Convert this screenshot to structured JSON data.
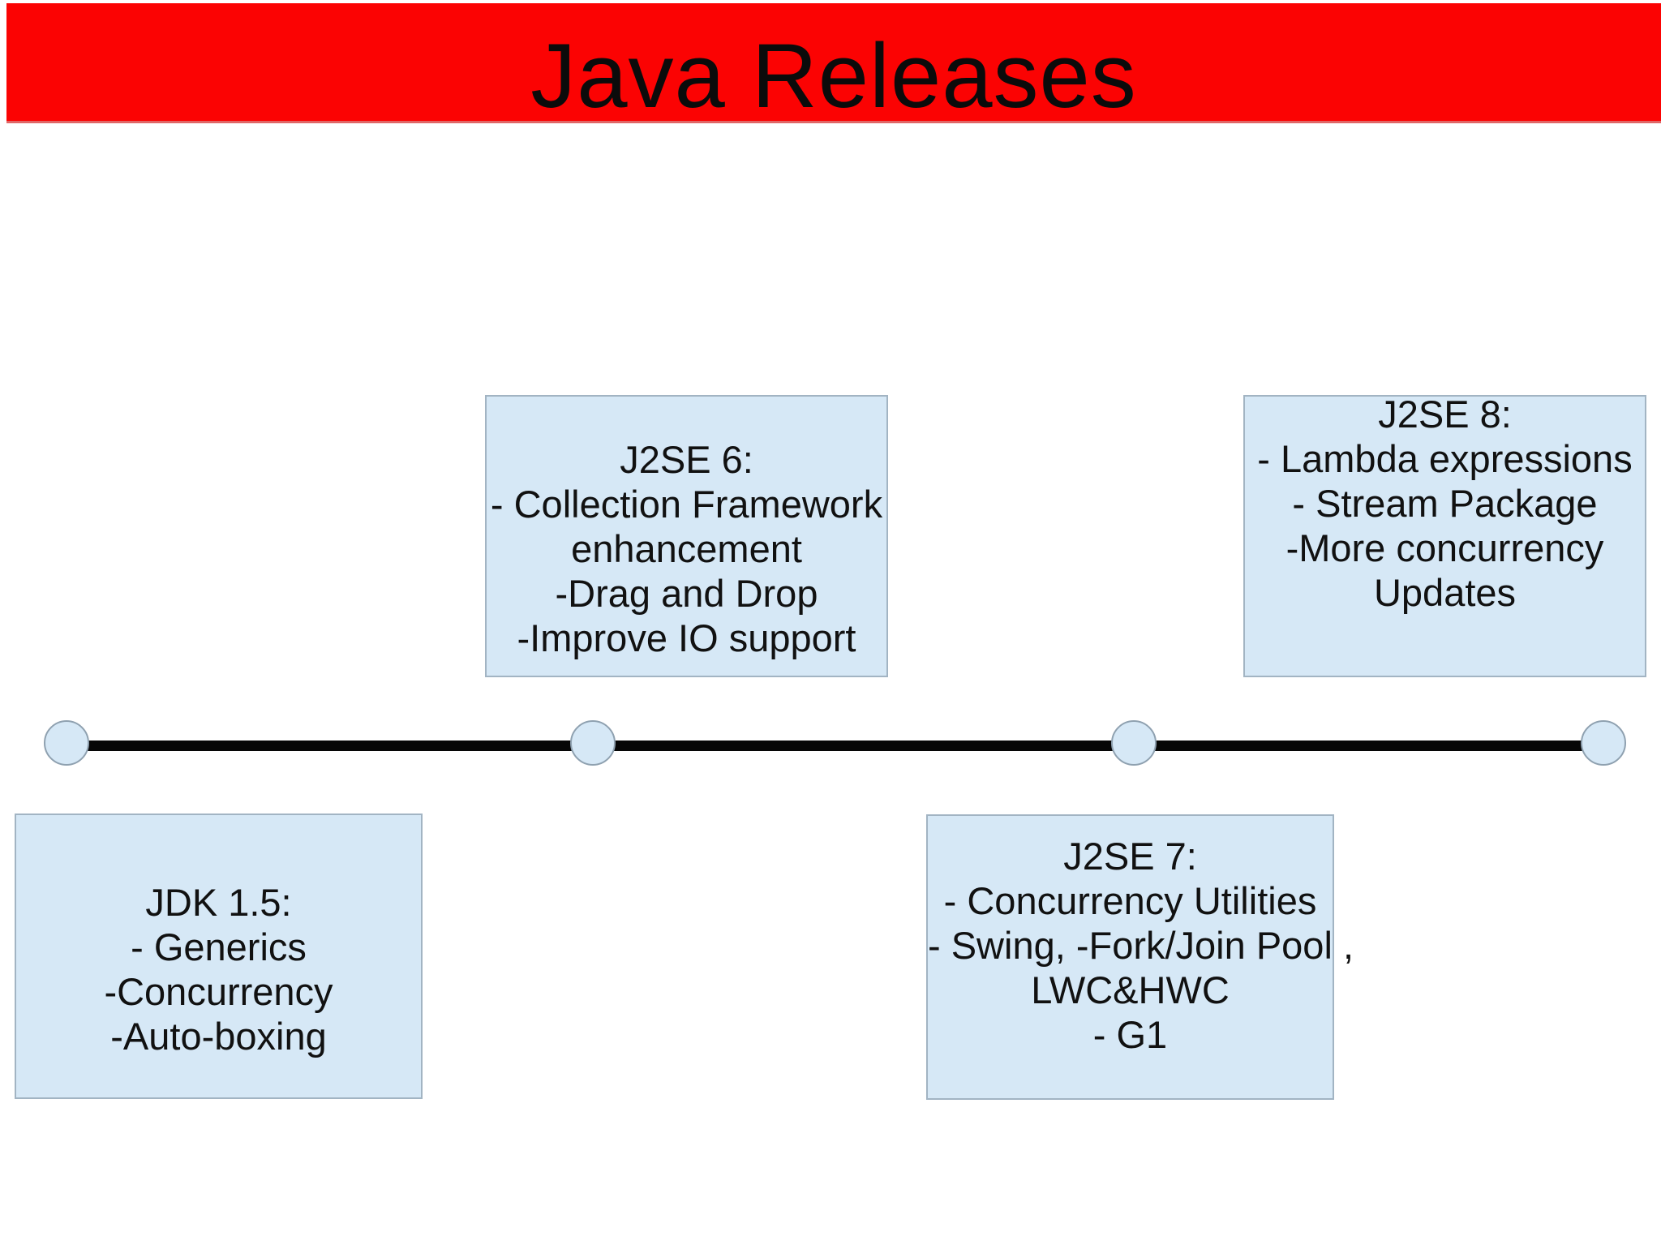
{
  "title": "Java Releases",
  "colors": {
    "banner_red": "#fb0303",
    "box_fill": "#d6e8f6",
    "box_border": "#a2b4c3",
    "timeline_line": "#060606",
    "node_fill": "#d6e8f6",
    "text": "#111111"
  },
  "timeline": {
    "node_count": 4
  },
  "boxes": {
    "j2se6": {
      "lines": [
        "J2SE 6:",
        "- Collection Framework",
        "enhancement",
        "-Drag and Drop",
        "-Improve IO support"
      ]
    },
    "j2se8": {
      "lines": [
        "J2SE 8:",
        "- Lambda expressions",
        "- Stream Package",
        "-More concurrency",
        "Updates"
      ]
    },
    "jdk15": {
      "lines": [
        "JDK 1.5:",
        "- Generics",
        "-Concurrency",
        "-Auto-boxing"
      ]
    },
    "j2se7": {
      "lines": [
        "J2SE 7:",
        "- Concurrency Utilities",
        "- Swing, -Fork/Join Pool ,",
        "LWC&HWC",
        "- G1"
      ]
    }
  }
}
